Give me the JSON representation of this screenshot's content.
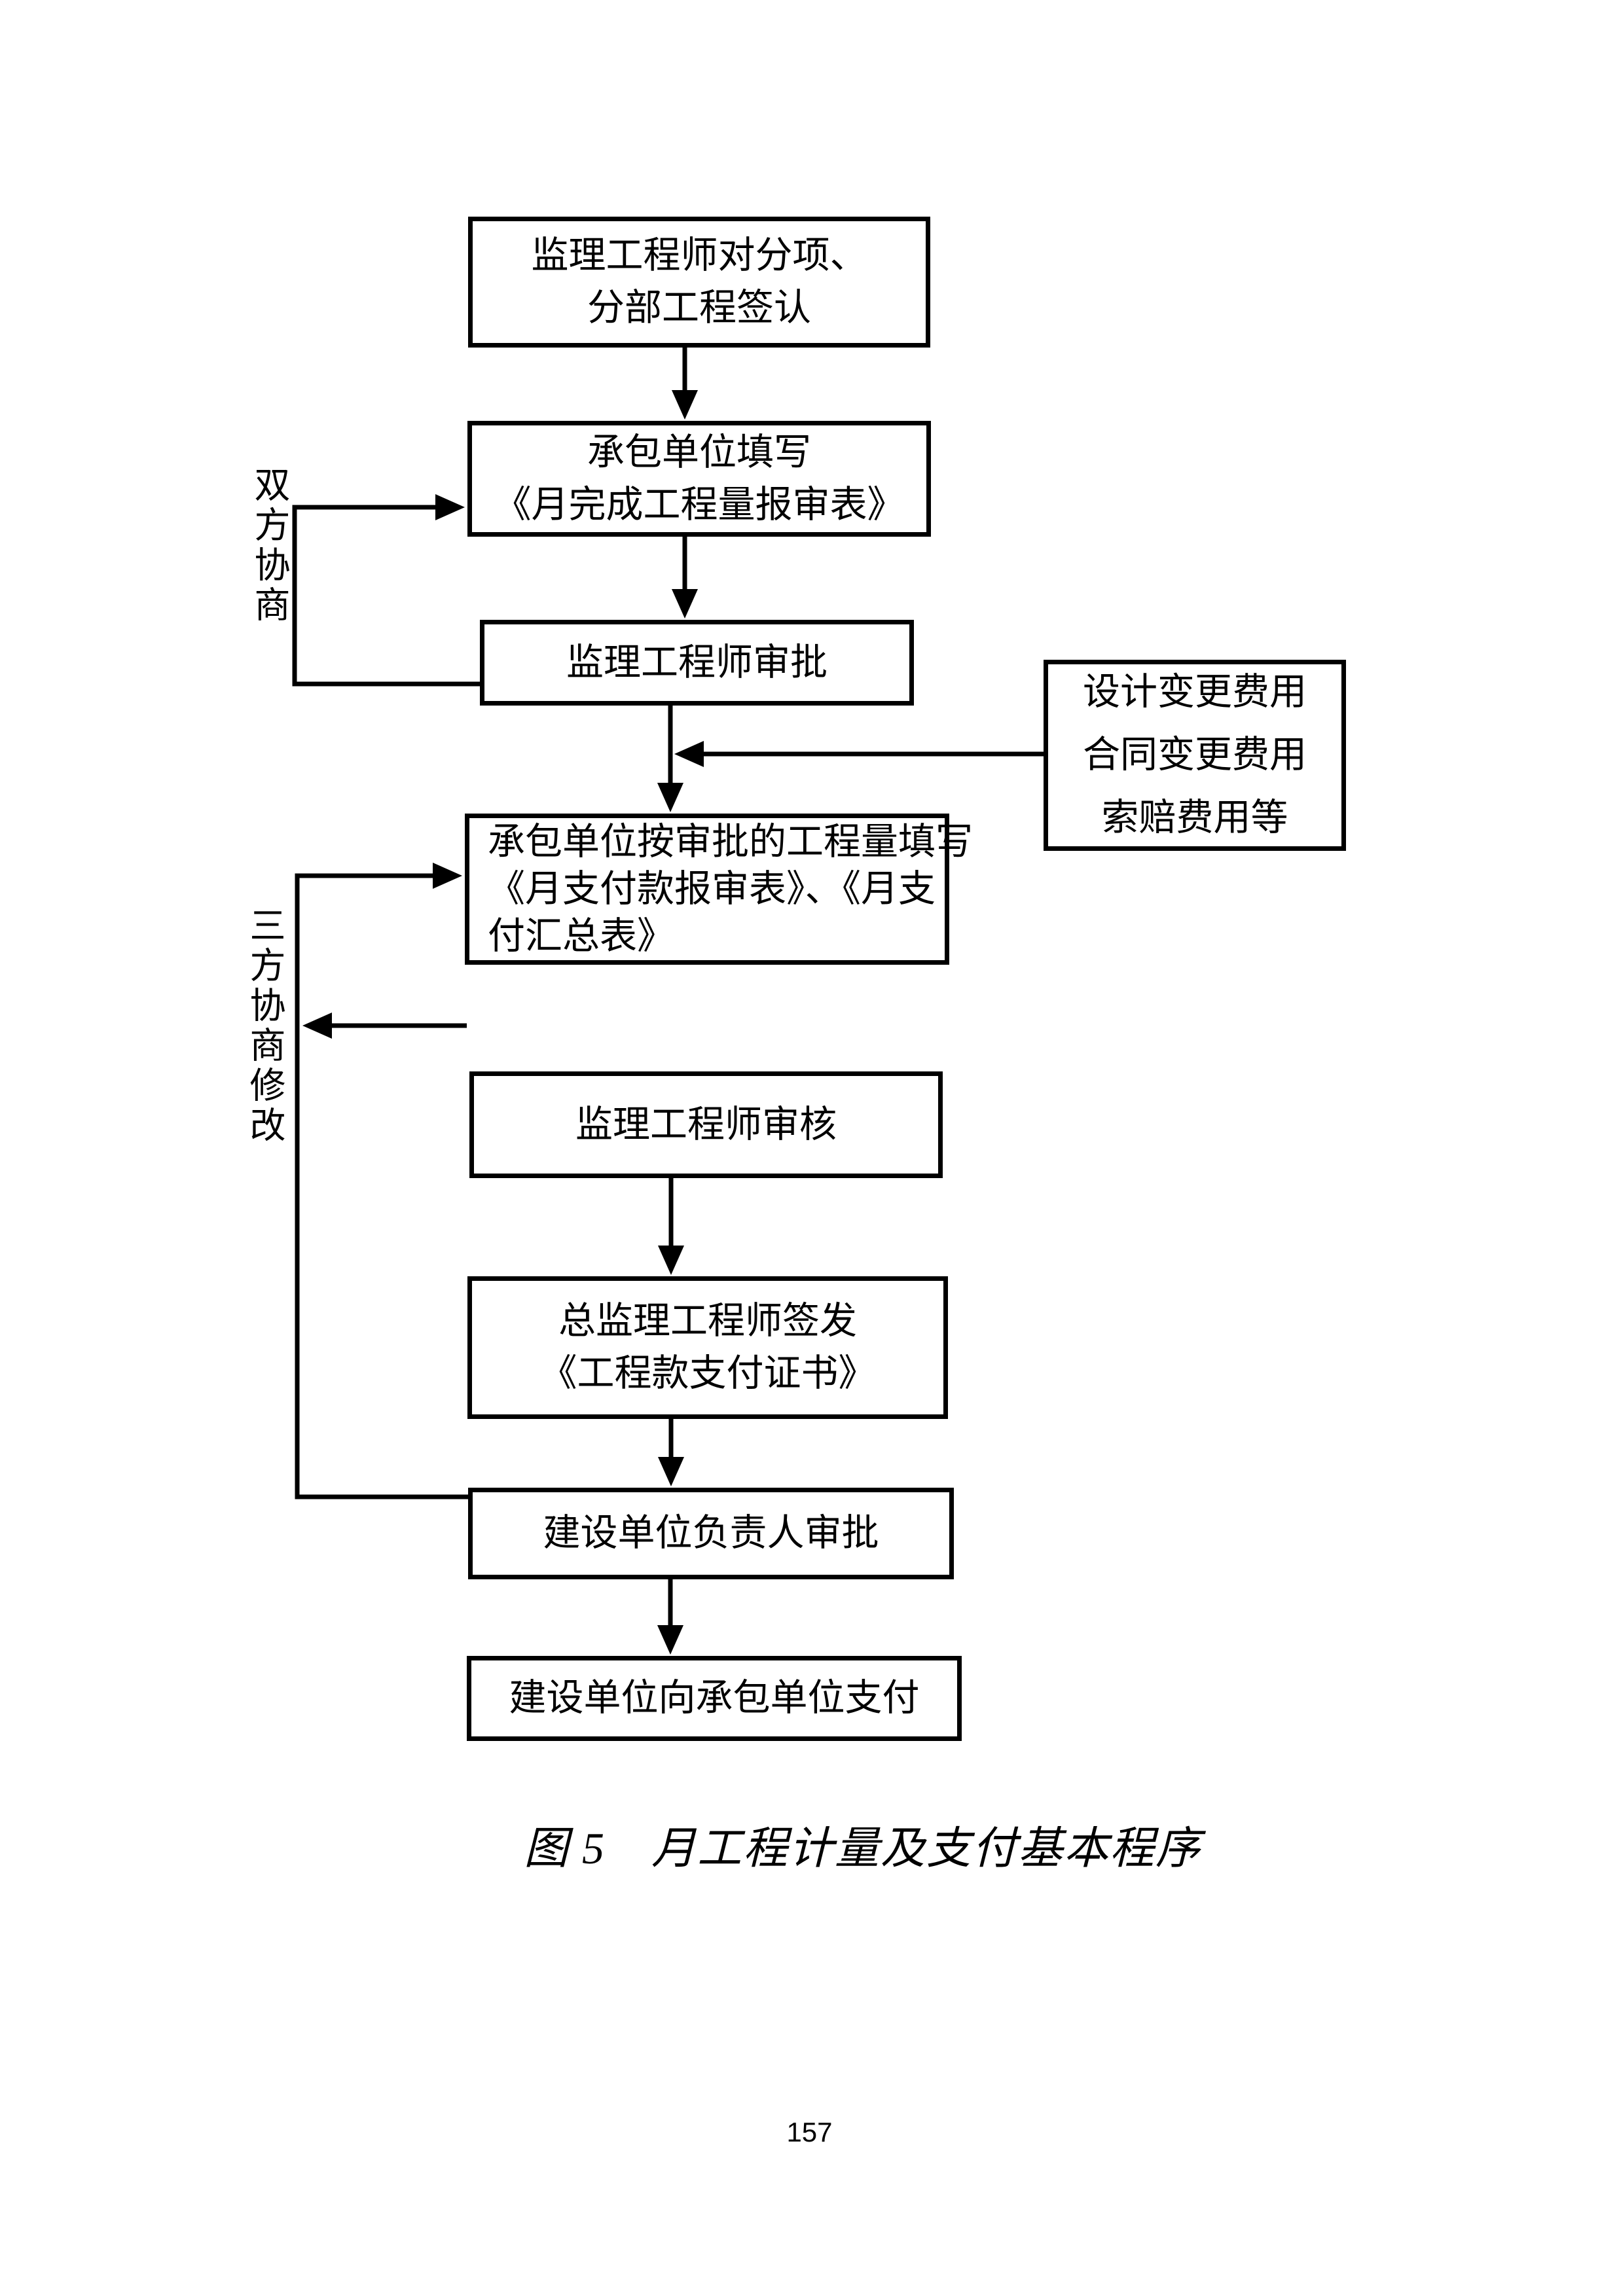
{
  "page": {
    "number": "157",
    "caption": "图 5　月工程计量及支付基本程序"
  },
  "flowchart": {
    "main_boxes": [
      {
        "id": "supervisor-sign-confirm",
        "lines": [
          "监理工程师对分项、",
          "分部工程签认"
        ]
      },
      {
        "id": "contractor-fill-quantity",
        "lines": [
          "承包单位填写",
          "《月完成工程量报审表》"
        ]
      },
      {
        "id": "supervisor-approve",
        "lines": [
          "监理工程师审批"
        ]
      },
      {
        "id": "contractor-fill-payment",
        "lines": [
          "承包单位按审批的工程量填写",
          "《月支付款报审表》、《月支",
          "付汇总表》"
        ]
      },
      {
        "id": "supervisor-review",
        "lines": [
          "监理工程师审核"
        ]
      },
      {
        "id": "chief-supervisor-issue",
        "lines": [
          "总监理工程师签发",
          "《工程款支付证书》"
        ]
      },
      {
        "id": "owner-leader-approve",
        "lines": [
          "建设单位负责人审批"
        ]
      },
      {
        "id": "owner-pay-contractor",
        "lines": [
          "建设单位向承包单位支付"
        ]
      }
    ],
    "side_box": {
      "lines": [
        "设计变更费用",
        "合同变更费用",
        "索赔费用等"
      ]
    },
    "labels": {
      "two_party": "双方协商",
      "three_party": "三方协商修改"
    }
  },
  "colors": {
    "ink": "#000000",
    "paper": "#ffffff"
  }
}
